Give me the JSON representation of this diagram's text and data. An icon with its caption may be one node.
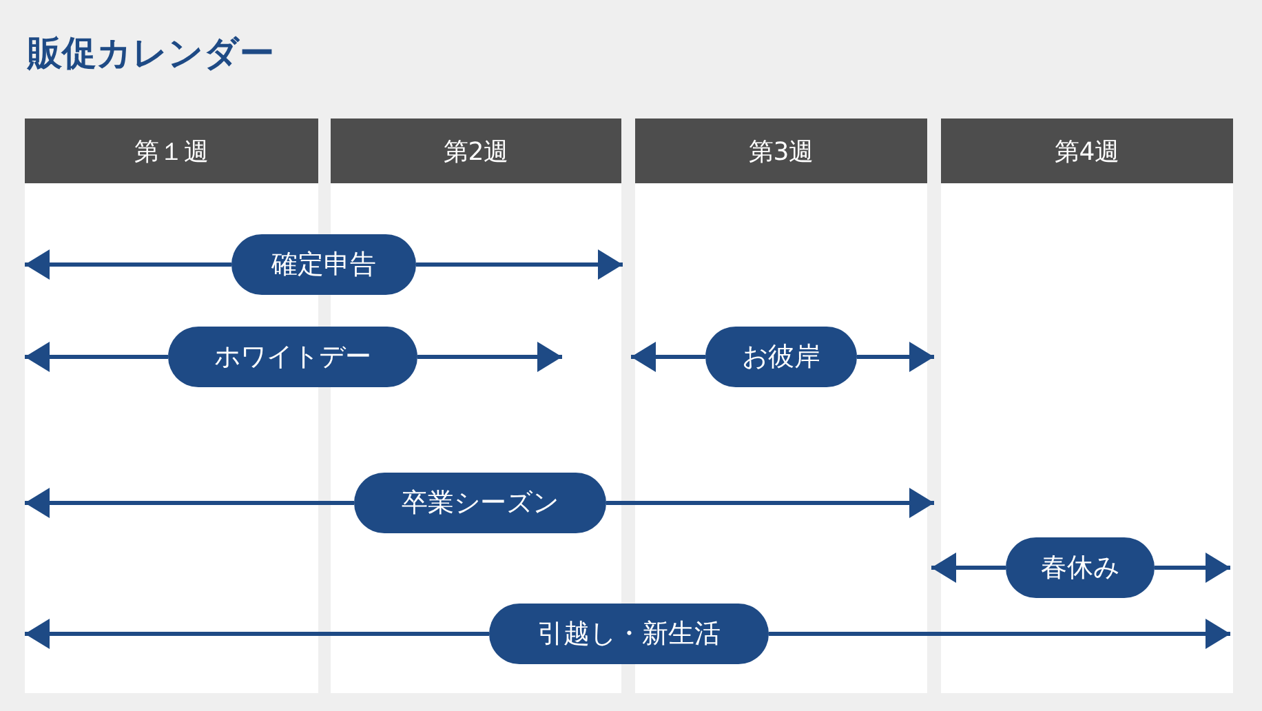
{
  "diagram": {
    "title": "販促カレンダー",
    "nodes": [
      {
        "text": [
          "第１週"
        ]
      },
      {
        "text": [
          "第2週"
        ]
      },
      {
        "text": [
          "第3週"
        ]
      },
      {
        "text": [
          "第4週"
        ]
      },
      {
        "text": [
          "確定申告"
        ]
      },
      {
        "text": [
          "ホワイトデー"
        ]
      },
      {
        "text": [
          "お彼岸"
        ]
      },
      {
        "text": [
          "卒業シーズン"
        ]
      },
      {
        "text": [
          "春休み"
        ]
      },
      {
        "text": [
          "引越し・新生活"
        ]
      }
    ],
    "edges": [
      {
        "from": 4,
        "to": null,
        "arrow": "to"
      },
      {
        "from": 4,
        "to": null,
        "arrow": "to"
      },
      {
        "from": 5,
        "to": null,
        "arrow": "to"
      },
      {
        "from": 5,
        "to": null,
        "arrow": "to"
      },
      {
        "from": 6,
        "to": null,
        "arrow": "to"
      },
      {
        "from": 6,
        "to": null,
        "arrow": "to"
      },
      {
        "from": 7,
        "to": null,
        "arrow": "to"
      },
      {
        "from": 7,
        "to": null,
        "arrow": "to"
      },
      {
        "from": 8,
        "to": null,
        "arrow": "to"
      },
      {
        "from": 8,
        "to": null,
        "arrow": "to"
      },
      {
        "from": 9,
        "to": null,
        "arrow": "to"
      },
      {
        "from": 9,
        "to": null,
        "arrow": "to"
      }
    ]
  }
}
